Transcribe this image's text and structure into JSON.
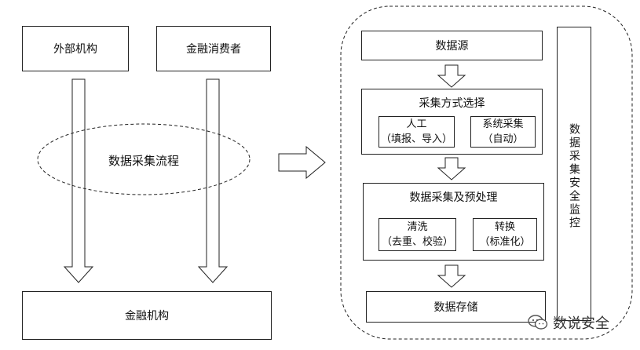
{
  "left": {
    "source_a": "外部机构",
    "source_b": "金融消费者",
    "ellipse_label": "数据采集流程",
    "target": "金融机构"
  },
  "right": {
    "source": "数据源",
    "method": {
      "title": "采集方式选择",
      "manual_l1": "人工",
      "manual_l2": "（填报、导入）",
      "system_l1": "系统采集",
      "system_l2": "（自动）"
    },
    "preprocess": {
      "title": "数据采集及预处理",
      "clean_l1": "清洗",
      "clean_l2": "（去重、校验）",
      "convert_l1": "转换",
      "convert_l2": "（标准化）"
    },
    "storage": "数据存储",
    "monitor": "数据采集安全监控"
  },
  "watermark": {
    "text": "数说安全",
    "icon": "wechat-icon"
  }
}
